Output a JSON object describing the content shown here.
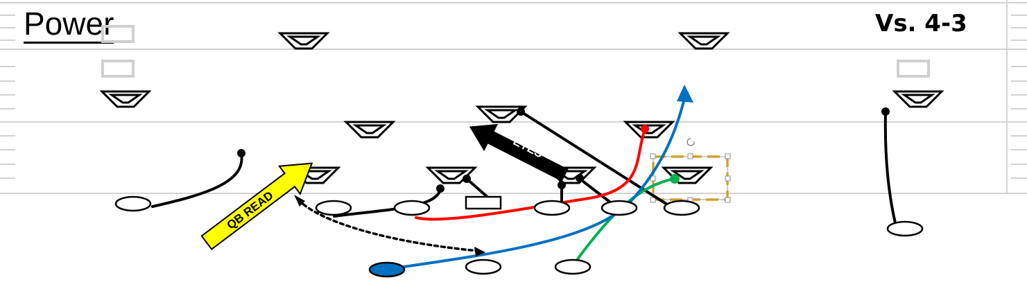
{
  "title": "Power",
  "subtitle": "Vs. 4-3",
  "labels": {
    "qb_read": "QB READ",
    "eyes": "EYES"
  },
  "colors": {
    "yard_line": "#d2d2d2",
    "route_black": "#000000",
    "route_red": "#ff0000",
    "route_blue": "#0070c0",
    "route_green": "#00b050",
    "qb_fill": "#0070c0",
    "qb_read_arrow": "#ffff00",
    "selection": "#e5a800"
  }
}
